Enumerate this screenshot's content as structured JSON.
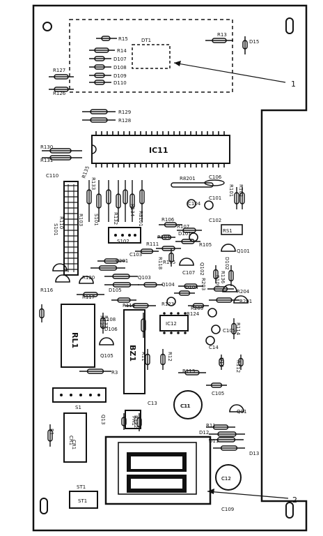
{
  "callouts": [
    "1",
    "2"
  ],
  "top_module": {
    "name": "DT1",
    "parts": [
      "R15",
      "R13",
      "D15",
      "R14",
      "D107",
      "D108",
      "R127",
      "D109",
      "D110",
      "R126"
    ]
  },
  "resistors_row": [
    "R129",
    "R128",
    "R130",
    "R131",
    "R135"
  ],
  "ic11": "IC11",
  "mid_labels": [
    "C110",
    "R8201",
    "C106",
    "R101",
    "R102",
    "C104",
    "C101",
    "C102",
    "R106",
    "R107",
    "D101",
    "RS1",
    "R105",
    "Q101",
    "R104",
    "R111",
    "S102",
    "C103",
    "R115",
    "C201",
    "R118",
    "C107",
    "Q102",
    "D102",
    "Q103",
    "R120",
    "Q104",
    "R203",
    "D104",
    "R204",
    "R116",
    "R117",
    "D105",
    "R119",
    "R123",
    "R205",
    "R201",
    "R110",
    "S101",
    "R132",
    "R103",
    "R134",
    "R8101",
    "R133",
    "R137",
    "R124",
    "C108",
    "R136",
    "R109"
  ],
  "relay": "RL1",
  "buzzer": "BZ1",
  "ic12": "IC12",
  "lower_labels": [
    "R125",
    "D106",
    "C105",
    "R114",
    "D14",
    "Q105",
    "C14",
    "R3",
    "R11",
    "R12",
    "R113",
    "R112",
    "C13",
    "C105",
    "Q11",
    "C11",
    "S1",
    "CR1",
    "R1",
    "Q13",
    "PH1",
    "R122",
    "R11",
    "D12",
    "D11",
    "D13",
    "C12",
    "ST1",
    "C109"
  ]
}
